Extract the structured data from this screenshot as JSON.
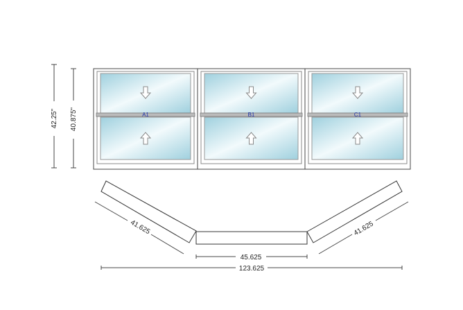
{
  "elevation": {
    "overall_height": "42.25\"",
    "frame_height": "40.875\"",
    "units": [
      {
        "label": "A1",
        "type": "double-hung"
      },
      {
        "label": "B1",
        "type": "double-hung"
      },
      {
        "label": "C1",
        "type": "double-hung"
      }
    ]
  },
  "plan": {
    "left_width": "41.625",
    "center_width": "45.625",
    "right_width": "41.625",
    "overall_width": "123.625"
  },
  "colors": {
    "glass_light": "#eef8fb",
    "glass_dark": "#9fd0de",
    "label": "#1a2fa8"
  }
}
